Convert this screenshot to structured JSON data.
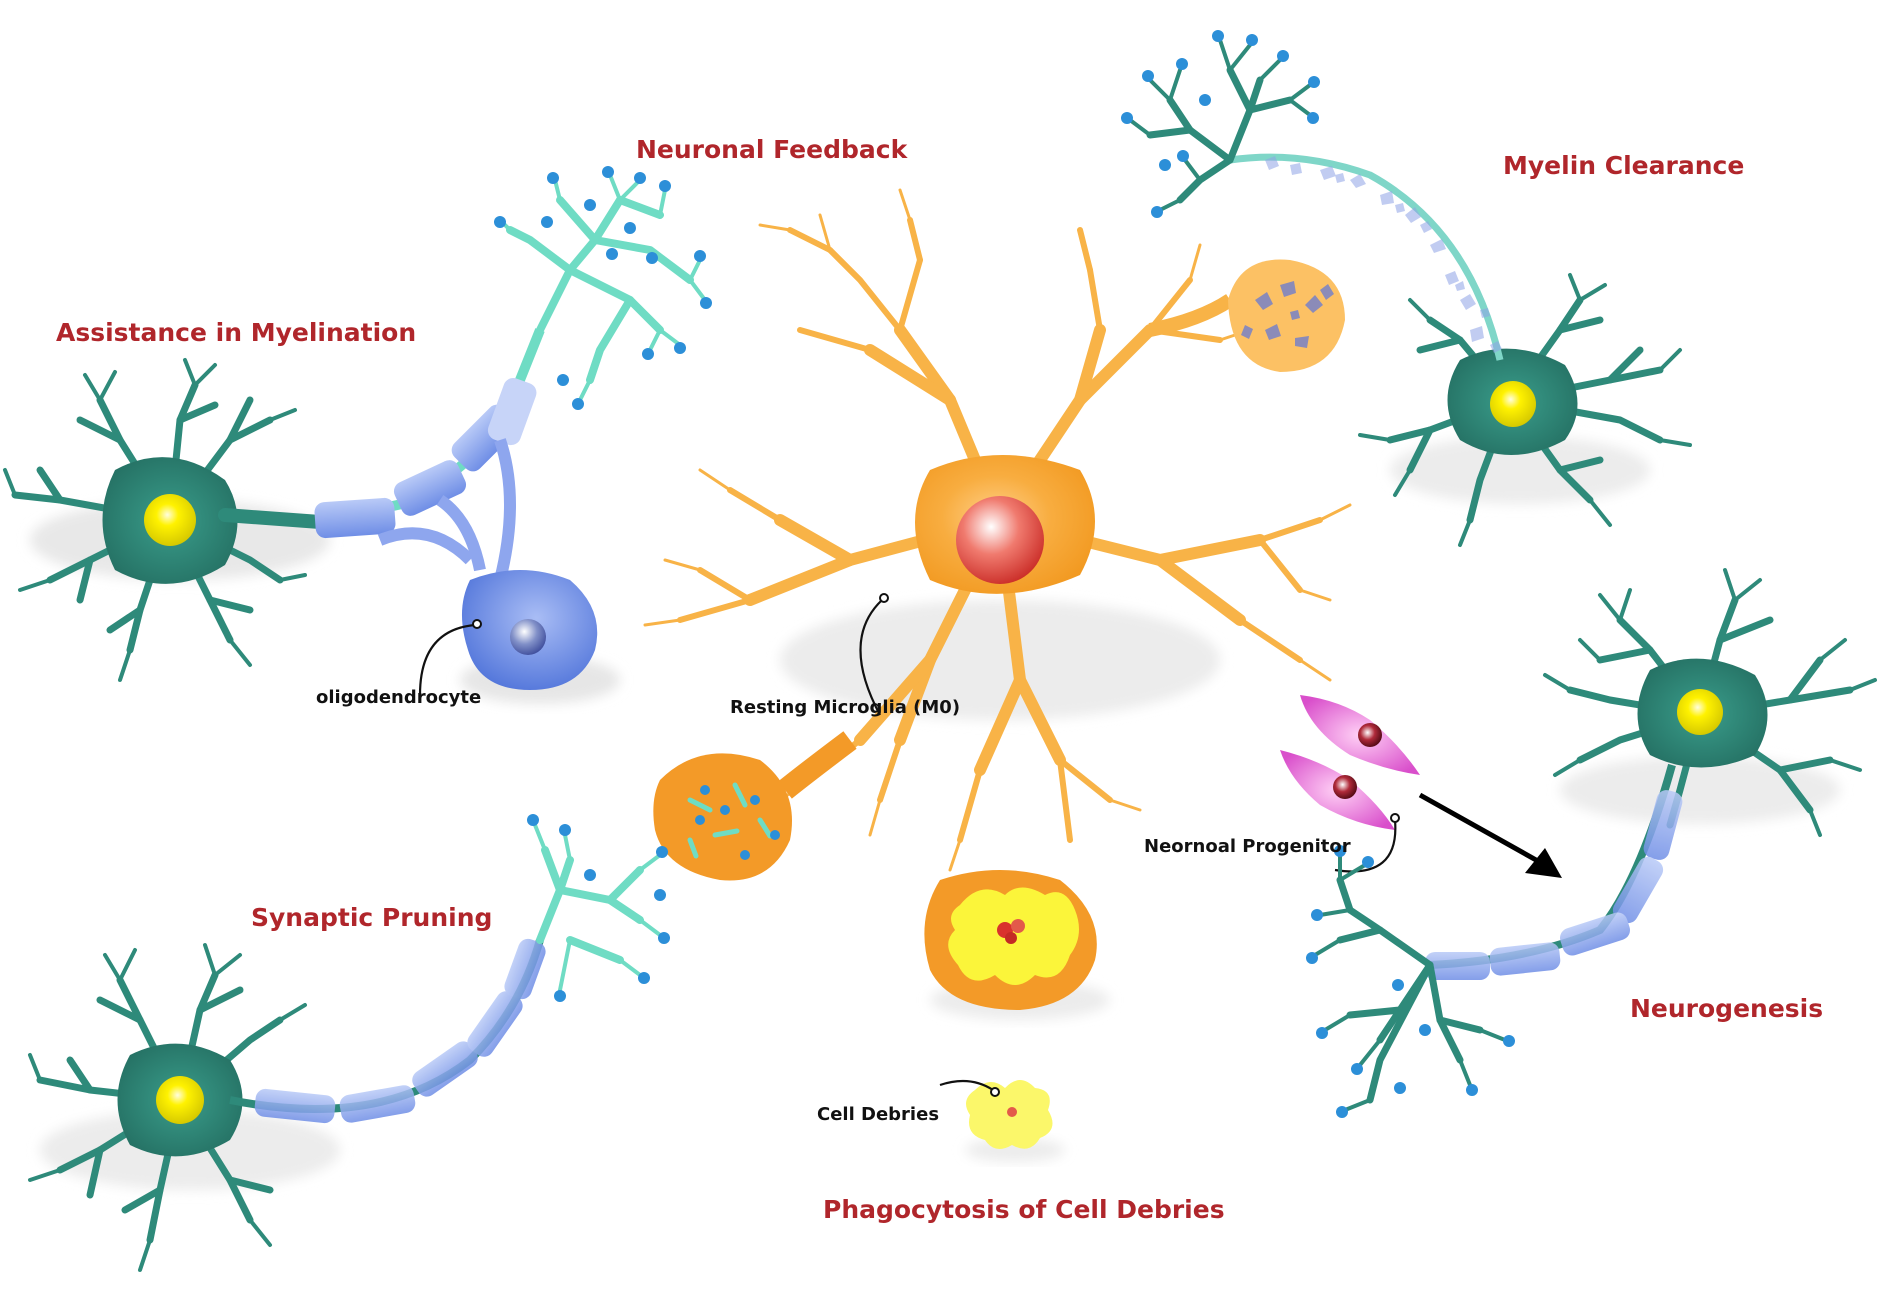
{
  "labels": {
    "neuronal_feedback": "Neuronal Feedback",
    "myelin_clearance": "Myelin Clearance",
    "assistance_myelination": "Assistance in Myelination",
    "synaptic_pruning": "Synaptic Pruning",
    "phagocytosis": "Phagocytosis of Cell Debries",
    "neurogenesis": "Neurogenesis",
    "oligodendrocyte": "oligodendrocyte",
    "resting_microglia": "Resting Microglia (M0)",
    "neuronal_progenitor": "Neornoal Progenitor",
    "cell_debries": "Cell Debries"
  },
  "colors": {
    "title_red": "#b0262b",
    "neuron_teal": "#2e8a7a",
    "neuron_body": "#2c7f70",
    "axon_terminal_mint": "#6fdcc4",
    "myelin_blue": "#7f9cec",
    "oligodendrocyte_blue": "#5b7fe0",
    "microglia_orange": "#f7a533",
    "microglia_nucleus": "#d9322d",
    "nucleus_yellow": "#f4ee1a",
    "progenitor_pink": "#e45fd8",
    "terminal_dot_blue": "#2c8fd8"
  }
}
